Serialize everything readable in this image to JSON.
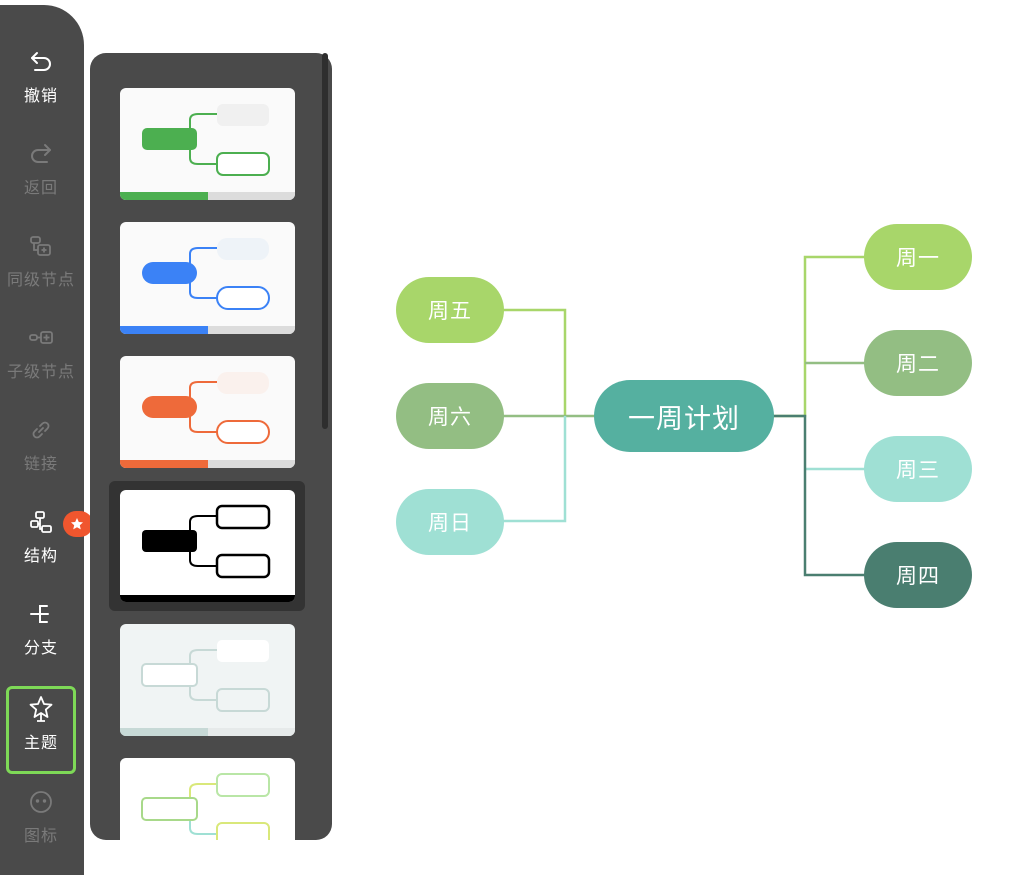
{
  "toolbar": {
    "items": [
      {
        "label": "撤销",
        "icon": "undo-icon",
        "enabled": true
      },
      {
        "label": "返回",
        "icon": "redo-icon",
        "enabled": false
      },
      {
        "label": "同级节点",
        "icon": "sibling-node-icon",
        "enabled": false
      },
      {
        "label": "子级节点",
        "icon": "child-node-icon",
        "enabled": false
      },
      {
        "label": "链接",
        "icon": "link-icon",
        "enabled": false
      },
      {
        "label": "结构",
        "icon": "structure-icon",
        "enabled": true,
        "badge": "star-icon"
      },
      {
        "label": "分支",
        "icon": "branch-icon",
        "enabled": true
      },
      {
        "label": "主题",
        "icon": "theme-icon",
        "enabled": true,
        "selected": true
      },
      {
        "label": "图标",
        "icon": "emoji-icon",
        "enabled": false
      }
    ],
    "accent": "#7ed957",
    "badge_color": "#f0562e"
  },
  "theme_panel": {
    "themes": [
      {
        "name": "green",
        "color": "#4caf50",
        "selected": false
      },
      {
        "name": "blue",
        "color": "#3b82f6",
        "selected": false
      },
      {
        "name": "orange",
        "color": "#ee6a3a",
        "selected": false
      },
      {
        "name": "black",
        "color": "#000000",
        "selected": true
      },
      {
        "name": "pale",
        "color": "#c7d9d6",
        "selected": false
      },
      {
        "name": "pastel-green",
        "color": "#a8d98a",
        "selected": false
      }
    ]
  },
  "mindmap": {
    "root": {
      "text": "一周计划",
      "color": "#55b0a0"
    },
    "left": [
      {
        "text": "周五",
        "color": "#a8d66a"
      },
      {
        "text": "周六",
        "color": "#93be83"
      },
      {
        "text": "周日",
        "color": "#9fe0d4"
      }
    ],
    "right": [
      {
        "text": "周一",
        "color": "#a8d66a"
      },
      {
        "text": "周二",
        "color": "#93be83"
      },
      {
        "text": "周三",
        "color": "#9fe0d4"
      },
      {
        "text": "周四",
        "color": "#4a7e70"
      }
    ]
  }
}
